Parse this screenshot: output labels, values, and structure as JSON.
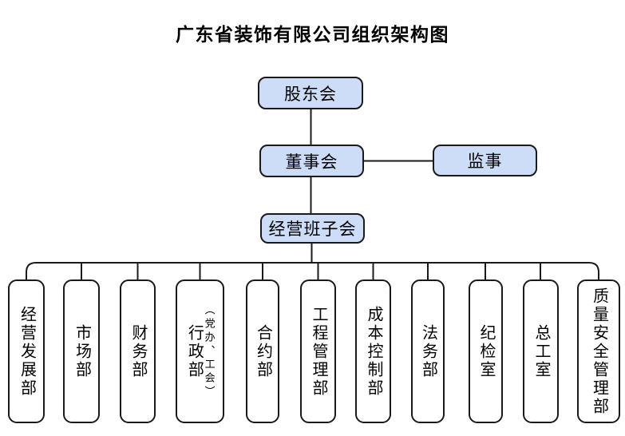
{
  "title": "广东省装饰有限公司组织架构图",
  "colors": {
    "node_fill": "#cdddf8",
    "node_border": "#1a1a1a",
    "dept_fill": "#ffffff",
    "connector_line": "#1a1a1a",
    "background": "#ffffff",
    "text": "#000000"
  },
  "org": {
    "shareholders": {
      "label": "股东会"
    },
    "board": {
      "label": "董事会"
    },
    "supervisor": {
      "label": "监事"
    },
    "management": {
      "label": "经营班子会"
    },
    "departments": [
      {
        "label": "经营发展部"
      },
      {
        "label": "市场部"
      },
      {
        "label": "财务部"
      },
      {
        "label": "行政部",
        "sublabel": "（党办、工会）"
      },
      {
        "label": "合约部"
      },
      {
        "label": "工程管理部"
      },
      {
        "label": "成本控制部"
      },
      {
        "label": "法务部"
      },
      {
        "label": "纪检室"
      },
      {
        "label": "总工室"
      },
      {
        "label": "质量安全管理部"
      }
    ]
  }
}
